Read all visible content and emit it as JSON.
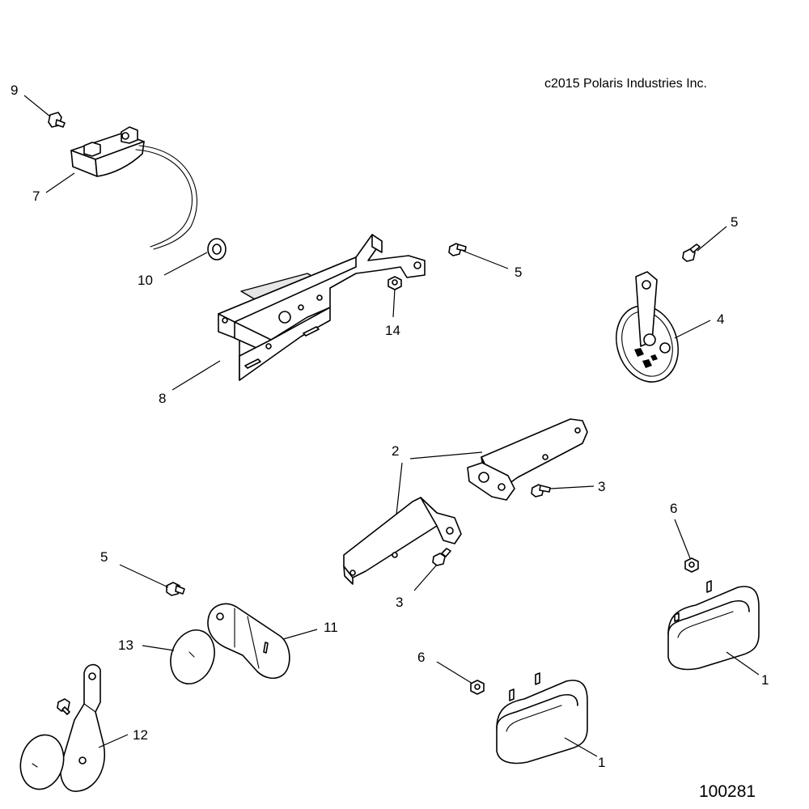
{
  "copyright": "c2015 Polaris Industries Inc.",
  "figure_number": "100281",
  "callouts": {
    "c1a": "1",
    "c1b": "1",
    "c2": "2",
    "c3a": "3",
    "c3b": "3",
    "c4": "4",
    "c5a": "5",
    "c5b": "5",
    "c5c": "5",
    "c6a": "6",
    "c6b": "6",
    "c7": "7",
    "c8": "8",
    "c9": "9",
    "c10": "10",
    "c11": "11",
    "c12": "12",
    "c13": "13",
    "c14": "14"
  }
}
